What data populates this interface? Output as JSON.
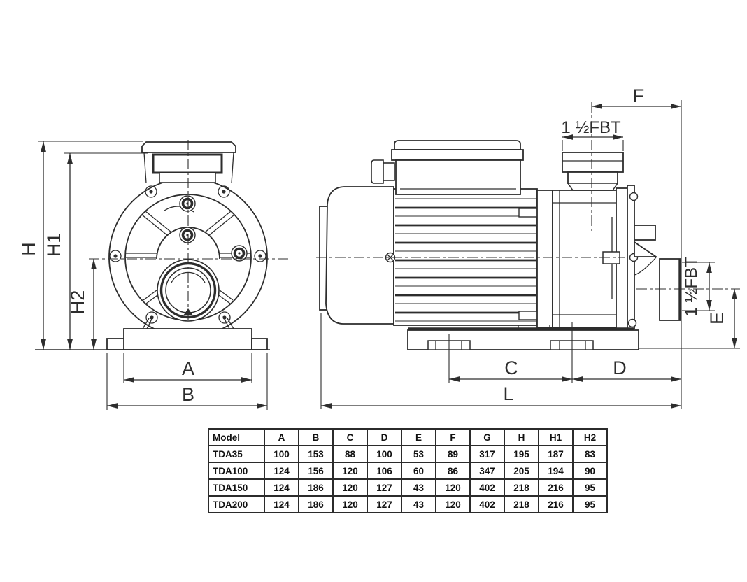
{
  "drawing": {
    "labels": {
      "H": "H",
      "H1": "H1",
      "H2": "H2",
      "A": "A",
      "B": "B",
      "C": "C",
      "D": "D",
      "E": "E",
      "F": "F",
      "L": "L",
      "port_top": "1 ½FBT",
      "port_side": "1 ½FBT"
    }
  },
  "table": {
    "headers": [
      "Model",
      "A",
      "B",
      "C",
      "D",
      "E",
      "F",
      "G",
      "H",
      "H1",
      "H2"
    ],
    "rows": [
      [
        "TDA35",
        "100",
        "153",
        "88",
        "100",
        "53",
        "89",
        "317",
        "195",
        "187",
        "83"
      ],
      [
        "TDA100",
        "124",
        "156",
        "120",
        "106",
        "60",
        "86",
        "347",
        "205",
        "194",
        "90"
      ],
      [
        "TDA150",
        "124",
        "186",
        "120",
        "127",
        "43",
        "120",
        "402",
        "218",
        "216",
        "95"
      ],
      [
        "TDA200",
        "124",
        "186",
        "120",
        "127",
        "43",
        "120",
        "402",
        "218",
        "216",
        "95"
      ]
    ]
  },
  "colors": {
    "line": "#2d2d2d",
    "background": "#ffffff"
  }
}
